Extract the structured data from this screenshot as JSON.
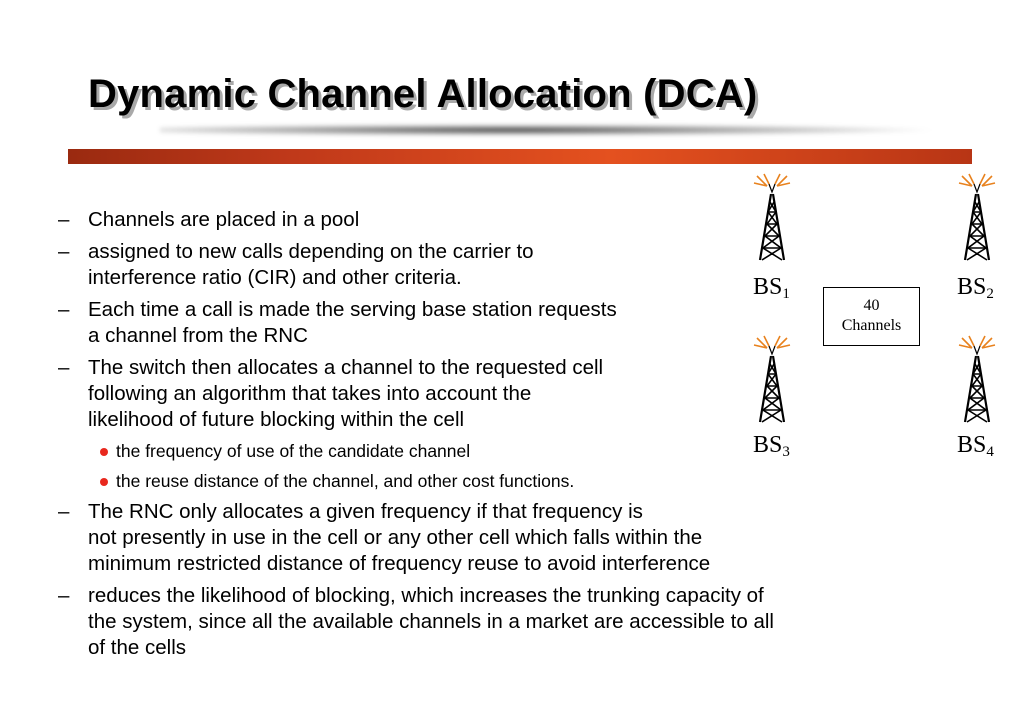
{
  "slide": {
    "title": "Dynamic Channel Allocation (DCA)",
    "bullets": [
      {
        "marker": "–",
        "lines": [
          "Channels are placed in a pool"
        ]
      },
      {
        "marker": "–",
        "lines": [
          "assigned to new calls depending on the carrier to",
          "interference ratio (CIR) and other criteria."
        ]
      },
      {
        "marker": "–",
        "lines": [
          "Each time a call is made the serving base station requests",
          "a channel from the RNC"
        ]
      },
      {
        "marker": "–",
        "lines": [
          "The switch then allocates a channel to the requested cell",
          "following an algorithm that takes into account the",
          "likelihood of future blocking within the cell"
        ]
      },
      {
        "marker": "–",
        "lines": [
          "The RNC only allocates a given frequency if that frequency is",
          "not presently in use in the cell or any other cell which falls within the",
          "minimum restricted distance of frequency reuse to avoid interference"
        ]
      },
      {
        "marker": "–",
        "lines": [
          "reduces the likelihood of blocking, which increases the trunking capacity of",
          "the system, since all the available channels in a market are accessible to all",
          "of the cells"
        ]
      }
    ],
    "subbullets": [
      "the frequency of use of the candidate channel",
      "the reuse distance of the channel, and other cost functions."
    ]
  },
  "diagram": {
    "stations": [
      {
        "prefix": "BS",
        "index": "1"
      },
      {
        "prefix": "BS",
        "index": "2"
      },
      {
        "prefix": "BS",
        "index": "3"
      },
      {
        "prefix": "BS",
        "index": "4"
      }
    ],
    "pool_box": {
      "line1": "40",
      "line2": "Channels"
    },
    "colors": {
      "tower": "#000000",
      "antenna_signal": "#e8821e",
      "bullet": "#e8281e",
      "accent_bar": "#d8461c"
    }
  }
}
